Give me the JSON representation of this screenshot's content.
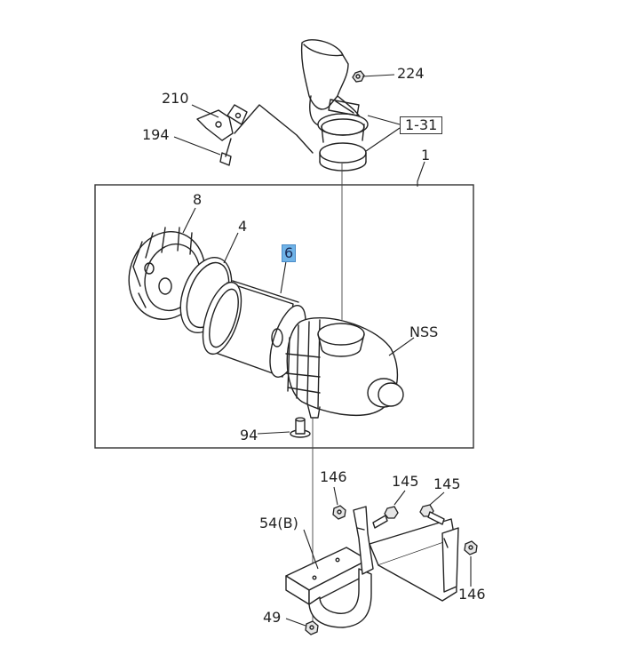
{
  "callouts": {
    "c224": "224",
    "c210": "210",
    "c194": "194",
    "c1_31": "1-31",
    "c1": "1",
    "c8": "8",
    "c4": "4",
    "c6": "6",
    "nss": "NSS",
    "c94": "94",
    "c146a": "146",
    "c145a": "145",
    "c145b": "145",
    "c54b": "54(B)",
    "c146b": "146",
    "c49": "49"
  },
  "highlight_color": "#6fb3e8"
}
